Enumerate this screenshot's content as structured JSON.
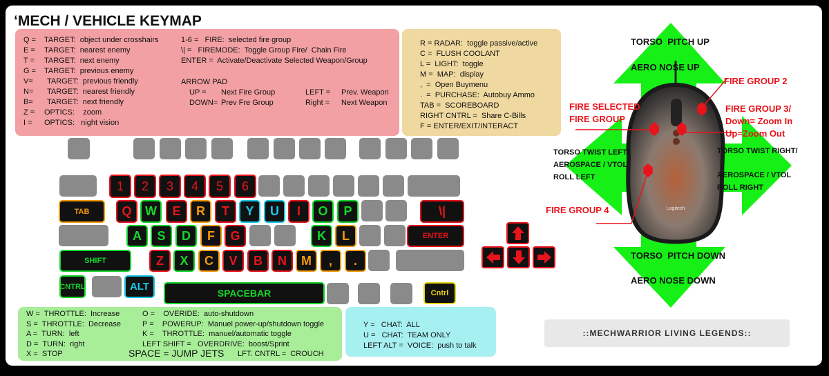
{
  "title": "‘MECH / VEHICLE KEYMAP",
  "pink": {
    "left": [
      [
        "Q =",
        "TARGET:  object under crosshairs"
      ],
      [
        "E =",
        "TARGET:  nearest enemy"
      ],
      [
        "T =",
        "TARGET:  next enemy"
      ],
      [
        "G =",
        "TARGET:  previous enemy"
      ],
      [
        "V=",
        "TARGET:  previous friendly"
      ],
      [
        "N=",
        "TARGET:  nearest friendly"
      ],
      [
        "B=",
        "TARGET:  next friendly"
      ],
      [
        "Z =",
        "OPTICS:    zoom"
      ],
      [
        "I =",
        "OPTICS:   night vision"
      ]
    ],
    "right": [
      "1-6 =   FIRE:  selected fire group",
      "\\| =   FIREMODE:  Toggle Group Fire/  Chain Fire",
      "ENTER =  Activate/Deactivate Selected Weapon/Group"
    ],
    "arrow_pad_title": "ARROW PAD",
    "arrow_pad": [
      [
        "UP =",
        "Next Fire Group",
        "LEFT =",
        "Prev. Weapon"
      ],
      [
        "DOWN=",
        "Prev Fre Group",
        "Right =",
        "Next Weapon"
      ]
    ]
  },
  "yellow": [
    "R = RADAR:  toggle passive/active",
    "C =  FLUSH COOLANT",
    "L =  LIGHT:  toggle",
    "M =  MAP:  display",
    ",  =  Open Buymenu",
    ".  =  PURCHASE:  Autobuy Ammo",
    "TAB =  SCOREBOARD",
    "RIGHT CNTRL =  Share C-Bills",
    "F = ENTER/EXIT/INTERACT"
  ],
  "green": {
    "col1": [
      "W =  THROTTLE:  Increase",
      "S =  THROTTLE:  Decrease",
      "A =  TURN:  left",
      "D =  TURN:  right",
      "X =  STOP"
    ],
    "col2": [
      "O =    OVERIDE:  auto-shutdown",
      "P =    POWERUP:  Manuel power-up/shutdown toggle",
      "K =    THROTTLE:  manuel/automatic toggle",
      "LEFT SHIFT =   OVERDRIVE:  boost/Sprint"
    ],
    "space": "SPACE = JUMP JETS",
    "crouch": "LFT. CNTRL =  CROUCH"
  },
  "cyan": [
    "Y =   CHAT:  ALL",
    "U =   CHAT:  TEAM ONLY",
    "LEFT ALT =  VOICE:  push to talk"
  ],
  "colors": {
    "red": "#e8141c",
    "green": "#14d62a",
    "orange": "#f29a0c",
    "cyan": "#18c8e8",
    "yellow": "#e8d410"
  },
  "keys": {
    "k1": {
      "label": "1",
      "color": "red"
    },
    "k2": {
      "label": "2",
      "color": "red"
    },
    "k3": {
      "label": "3",
      "color": "red"
    },
    "k4": {
      "label": "4",
      "color": "red"
    },
    "k5": {
      "label": "5",
      "color": "red"
    },
    "k6": {
      "label": "6",
      "color": "red"
    },
    "tab": {
      "label": "TAB",
      "color": "orange"
    },
    "q": {
      "label": "Q",
      "color": "red"
    },
    "w": {
      "label": "W",
      "color": "green"
    },
    "e": {
      "label": "E",
      "color": "red"
    },
    "r": {
      "label": "R",
      "color": "orange"
    },
    "t": {
      "label": "T",
      "color": "red"
    },
    "y": {
      "label": "Y",
      "color": "cyan"
    },
    "u": {
      "label": "U",
      "color": "cyan"
    },
    "i": {
      "label": "I",
      "color": "red"
    },
    "o": {
      "label": "O",
      "color": "green"
    },
    "p": {
      "label": "P",
      "color": "green"
    },
    "backslash": {
      "label": "\\|",
      "color": "red"
    },
    "a": {
      "label": "A",
      "color": "green"
    },
    "s": {
      "label": "S",
      "color": "green"
    },
    "d": {
      "label": "D",
      "color": "green"
    },
    "f": {
      "label": "F",
      "color": "orange"
    },
    "g": {
      "label": "G",
      "color": "red"
    },
    "k": {
      "label": "K",
      "color": "green"
    },
    "l": {
      "label": "L",
      "color": "orange"
    },
    "enter": {
      "label": "ENTER",
      "color": "red"
    },
    "shift": {
      "label": "SHIFT",
      "color": "green"
    },
    "z": {
      "label": "Z",
      "color": "red"
    },
    "x": {
      "label": "X",
      "color": "green"
    },
    "c": {
      "label": "C",
      "color": "orange"
    },
    "v": {
      "label": "V",
      "color": "red"
    },
    "b": {
      "label": "B",
      "color": "red"
    },
    "n": {
      "label": "N",
      "color": "red"
    },
    "m": {
      "label": "M",
      "color": "orange"
    },
    "comma": {
      "label": ",",
      "color": "orange"
    },
    "period": {
      "label": ".",
      "color": "orange"
    },
    "lcntrl": {
      "label": "CNTRL",
      "color": "green"
    },
    "alt": {
      "label": "ALT",
      "color": "cyan"
    },
    "space": {
      "label": "SPACEBAR",
      "color": "green"
    },
    "rcntrl": {
      "label": "Cntrl",
      "color": "yellow"
    }
  },
  "mouse": {
    "up1": "TORSO  PITCH UP",
    "up2": "AERO NOSE UP",
    "down1": "TORSO  PITCH DOWN",
    "down2": "AERO NOSE DOWN",
    "left": "TORSO TWIST LEFT/\nAEROSPACE / VTOL\nROLL LEFT",
    "right1": "TORSO TWIST RIGHT/",
    "right2": "AEROSPACE / VTOL\nROLL RIGHT",
    "fire_selected": "FIRE SELECTED\nFIRE GROUP",
    "fg2": "FIRE GROUP 2",
    "fg3": "FIRE GROUP 3/\nDown= Zoom In\nUp=Zoom Out",
    "fg4": "FIRE GROUP 4",
    "brand": "Logitech"
  },
  "logo": "::MECHWARRIOR  LIVING LEGENDS::"
}
